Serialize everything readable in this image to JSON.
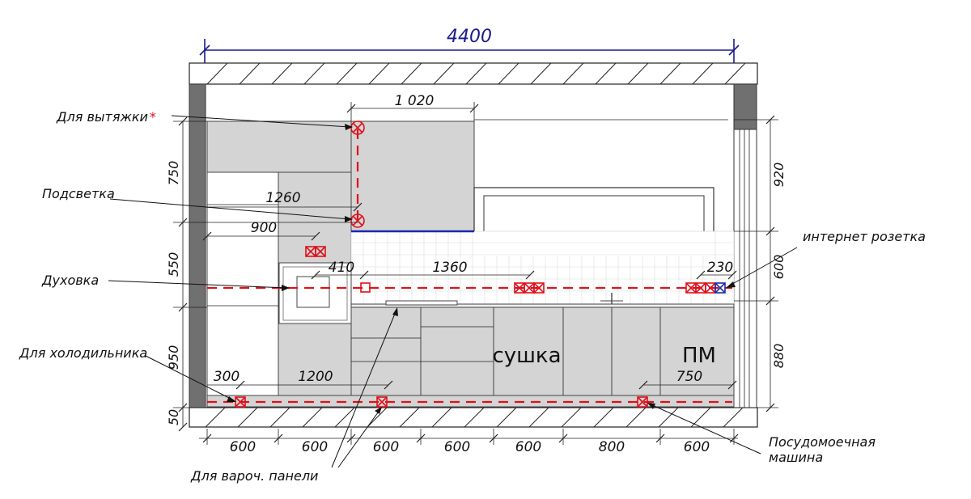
{
  "top_dimension": "4400",
  "hood_width": "1 020",
  "widths": {
    "w1260": "1260",
    "w900": "900",
    "w410": "410",
    "w1360": "1360",
    "w230": "230",
    "w300": "300",
    "w1200": "1200",
    "w750": "750"
  },
  "left_heights": [
    "750",
    "550",
    "950",
    "50"
  ],
  "right_heights": [
    "920",
    "600",
    "880"
  ],
  "bottom_widths": [
    "600",
    "600",
    "600",
    "600",
    "600",
    "800",
    "600"
  ],
  "cabinet_labels": {
    "dryer": "сушка",
    "dishwasher_short": "ПМ"
  },
  "callouts": {
    "hood": "Для вытяжки",
    "hood_mark": "*",
    "lighting": "Подсветка",
    "oven": "Духовка",
    "fridge": "Для холодильника",
    "hob": "Для вароч. панели",
    "internet": "интернет розетка",
    "dishwasher_line1": "Посудомоечная",
    "dishwasher_line2": "машина"
  },
  "colors": {
    "wiring": "#e0101a",
    "dimension_top": "#1a1a8c",
    "led_strip": "#1a2aa8",
    "internet_socket": "#1a2aa8",
    "cabinet_fill": "#d4d4d4"
  }
}
